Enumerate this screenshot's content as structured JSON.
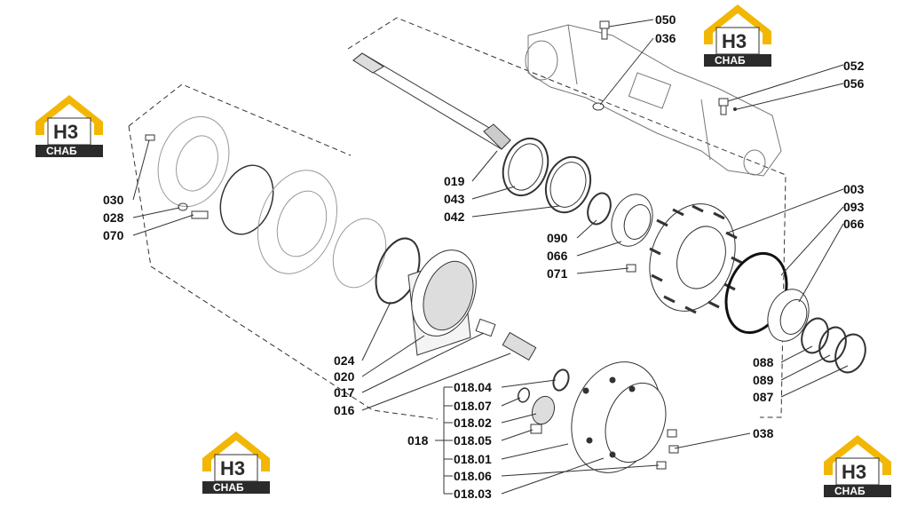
{
  "part_labels": {
    "l050": "050",
    "l036": "036",
    "l052": "052",
    "l056": "056",
    "l003": "003",
    "l093": "093",
    "l066a": "066",
    "l030": "030",
    "l028": "028",
    "l070": "070",
    "l019": "019",
    "l043": "043",
    "l042": "042",
    "l090": "090",
    "l066b": "066",
    "l071": "071",
    "l024": "024",
    "l020": "020",
    "l017": "017",
    "l016": "016",
    "l088": "088",
    "l089": "089",
    "l087": "087",
    "l018_04": "018.04",
    "l018_07": "018.07",
    "l018_02": "018.02",
    "l018": "018",
    "l018_05": "018.05",
    "l018_01": "018.01",
    "l018_06": "018.06",
    "l018_03": "018.03",
    "l038": "038"
  },
  "logo": {
    "top": "H3",
    "bottom": "CHAБ",
    "colors": {
      "yellow": "#f2b705",
      "dark": "#2b2b2b"
    }
  }
}
